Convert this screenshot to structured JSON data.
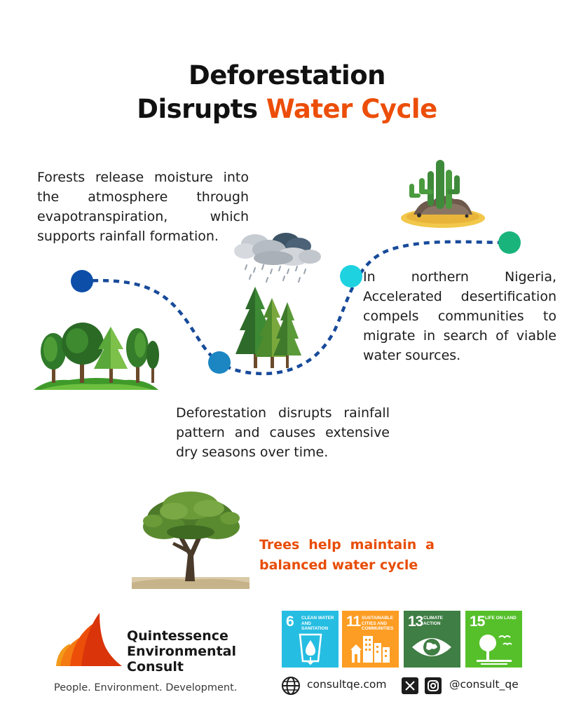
{
  "title": {
    "line1": "Deforestation",
    "line2_prefix": "Disrupts",
    "line2_accent": "Water Cycle"
  },
  "colors": {
    "accent": "#ec4e09",
    "path": "#174a9a",
    "dot_dark_blue": "#0d4ea8",
    "dot_mid_blue": "#1b86c2",
    "dot_cyan": "#1ed2e0",
    "dot_green": "#19b47c"
  },
  "steps": {
    "forests": "Forests release moisture into the atmosphere through evapotranspiration, which supports rainfall formation.",
    "rainfall": "Deforestation disrupts rainfall pattern and causes extensive dry seasons over time.",
    "nigeria": "In northern Nigeria, Accelerated desertification compels communities to migrate in search of viable water sources."
  },
  "callout": "Trees help maintain a balanced water cycle",
  "brand": {
    "line1": "Quintessence",
    "line2": "Environmental",
    "line3": "Consult",
    "tagline": "People. Environment. Development."
  },
  "sdgs": [
    {
      "number": "6",
      "label": "CLEAN WATER AND SANITATION",
      "color": "#26bde2",
      "icon": "water-drop-glass-icon"
    },
    {
      "number": "11",
      "label": "SUSTAINABLE CITIES AND COMMUNITIES",
      "color": "#fd9d24",
      "icon": "city-buildings-icon"
    },
    {
      "number": "13",
      "label": "CLIMATE ACTION",
      "color": "#3f7e44",
      "icon": "eye-globe-icon"
    },
    {
      "number": "15",
      "label": "LIFE ON LAND",
      "color": "#56c02b",
      "icon": "tree-birds-icon"
    }
  ],
  "contact": {
    "website": "consultqe.com",
    "handle": "@consult_qe"
  },
  "icons": [
    "globe-icon",
    "x-logo-icon",
    "instagram-icon",
    "cloud-rain-icon",
    "cactus-desert-icon",
    "forest-icon",
    "pine-trees-icon",
    "tree-icon",
    "flame-logo-icon"
  ]
}
